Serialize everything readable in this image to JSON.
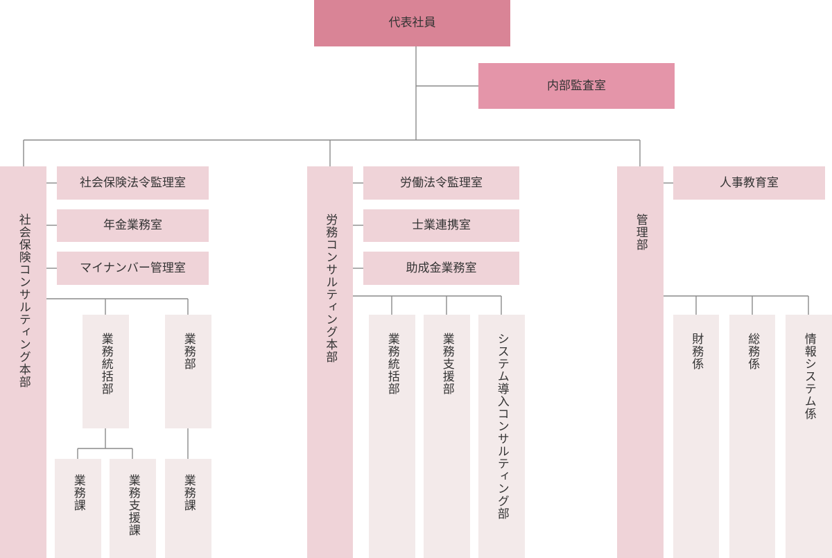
{
  "colors": {
    "top": "#d98496",
    "audit": "#e495a9",
    "division": "#efd3d8",
    "section": "#f3eaea",
    "line": "#8a8a8a"
  },
  "ceo": "代表社員",
  "audit": "内部監査室",
  "divisions": {
    "social": {
      "name": "社会保険コンサルティング本部",
      "staff": [
        "社会保険法令監理室",
        "年金業務室",
        "マイナンバー管理室"
      ],
      "departments": [
        {
          "name": "業務統括部",
          "sections": [
            "業務課",
            "業務支援課"
          ]
        },
        {
          "name": "業務部",
          "sections": [
            "業務課"
          ]
        }
      ]
    },
    "labor": {
      "name": "労務コンサルティング本部",
      "staff": [
        "労働法令監理室",
        "士業連携室",
        "助成金業務室"
      ],
      "departments": [
        "業務統括部",
        "業務支援部",
        "システム導入コンサルティング部"
      ]
    },
    "admin": {
      "name": "管理部",
      "staff": [
        "人事教育室"
      ],
      "sections": [
        "財務係",
        "総務係",
        "情報システム係"
      ]
    }
  }
}
